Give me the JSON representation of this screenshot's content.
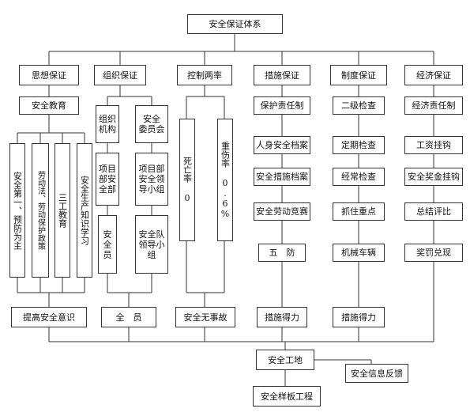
{
  "top": "安全保证体系",
  "columns": {
    "c1": {
      "header": "思想保证",
      "sub": "安全教育",
      "verticals": [
        "安全第一、预防为主",
        "劳动法、劳动保护政策",
        "三工教育",
        "安全生产知识学习"
      ],
      "footer": "提高安全意识"
    },
    "c2": {
      "header": "组织保证",
      "a1": "组织\n机构",
      "a2": "项目\n部安\n全部",
      "a3": "安\n全\n员",
      "b1": "安全\n委员会",
      "b2": "项目部\n安全领\n导小组",
      "b3": "安全队\n领导小\n组",
      "footer": "全　员"
    },
    "c3": {
      "header": "控制两率",
      "v1": "死亡率 0",
      "v2": "重伤率 0.6%",
      "footer": "安全无事故"
    },
    "c4": {
      "header": "措施保证",
      "items": [
        "保护责任制",
        "人身安全档案",
        "安全措施档案",
        "安全劳动竞赛",
        "五　防"
      ],
      "footer": "措施得力"
    },
    "c5": {
      "header": "制度保证",
      "items": [
        "二级检查",
        "定期检查",
        "经常检查",
        "抓住重点",
        "机械车辆"
      ],
      "footer": "措施得力"
    },
    "c6": {
      "header": "经济保证",
      "items": [
        "经济责任制",
        "工资挂钩",
        "安全奖金挂钩",
        "总结评比",
        "奖罚兑现"
      ]
    }
  },
  "bottom": {
    "site": "安全工地",
    "feedback": "安全信息反馈",
    "model": "安全样板工程"
  }
}
